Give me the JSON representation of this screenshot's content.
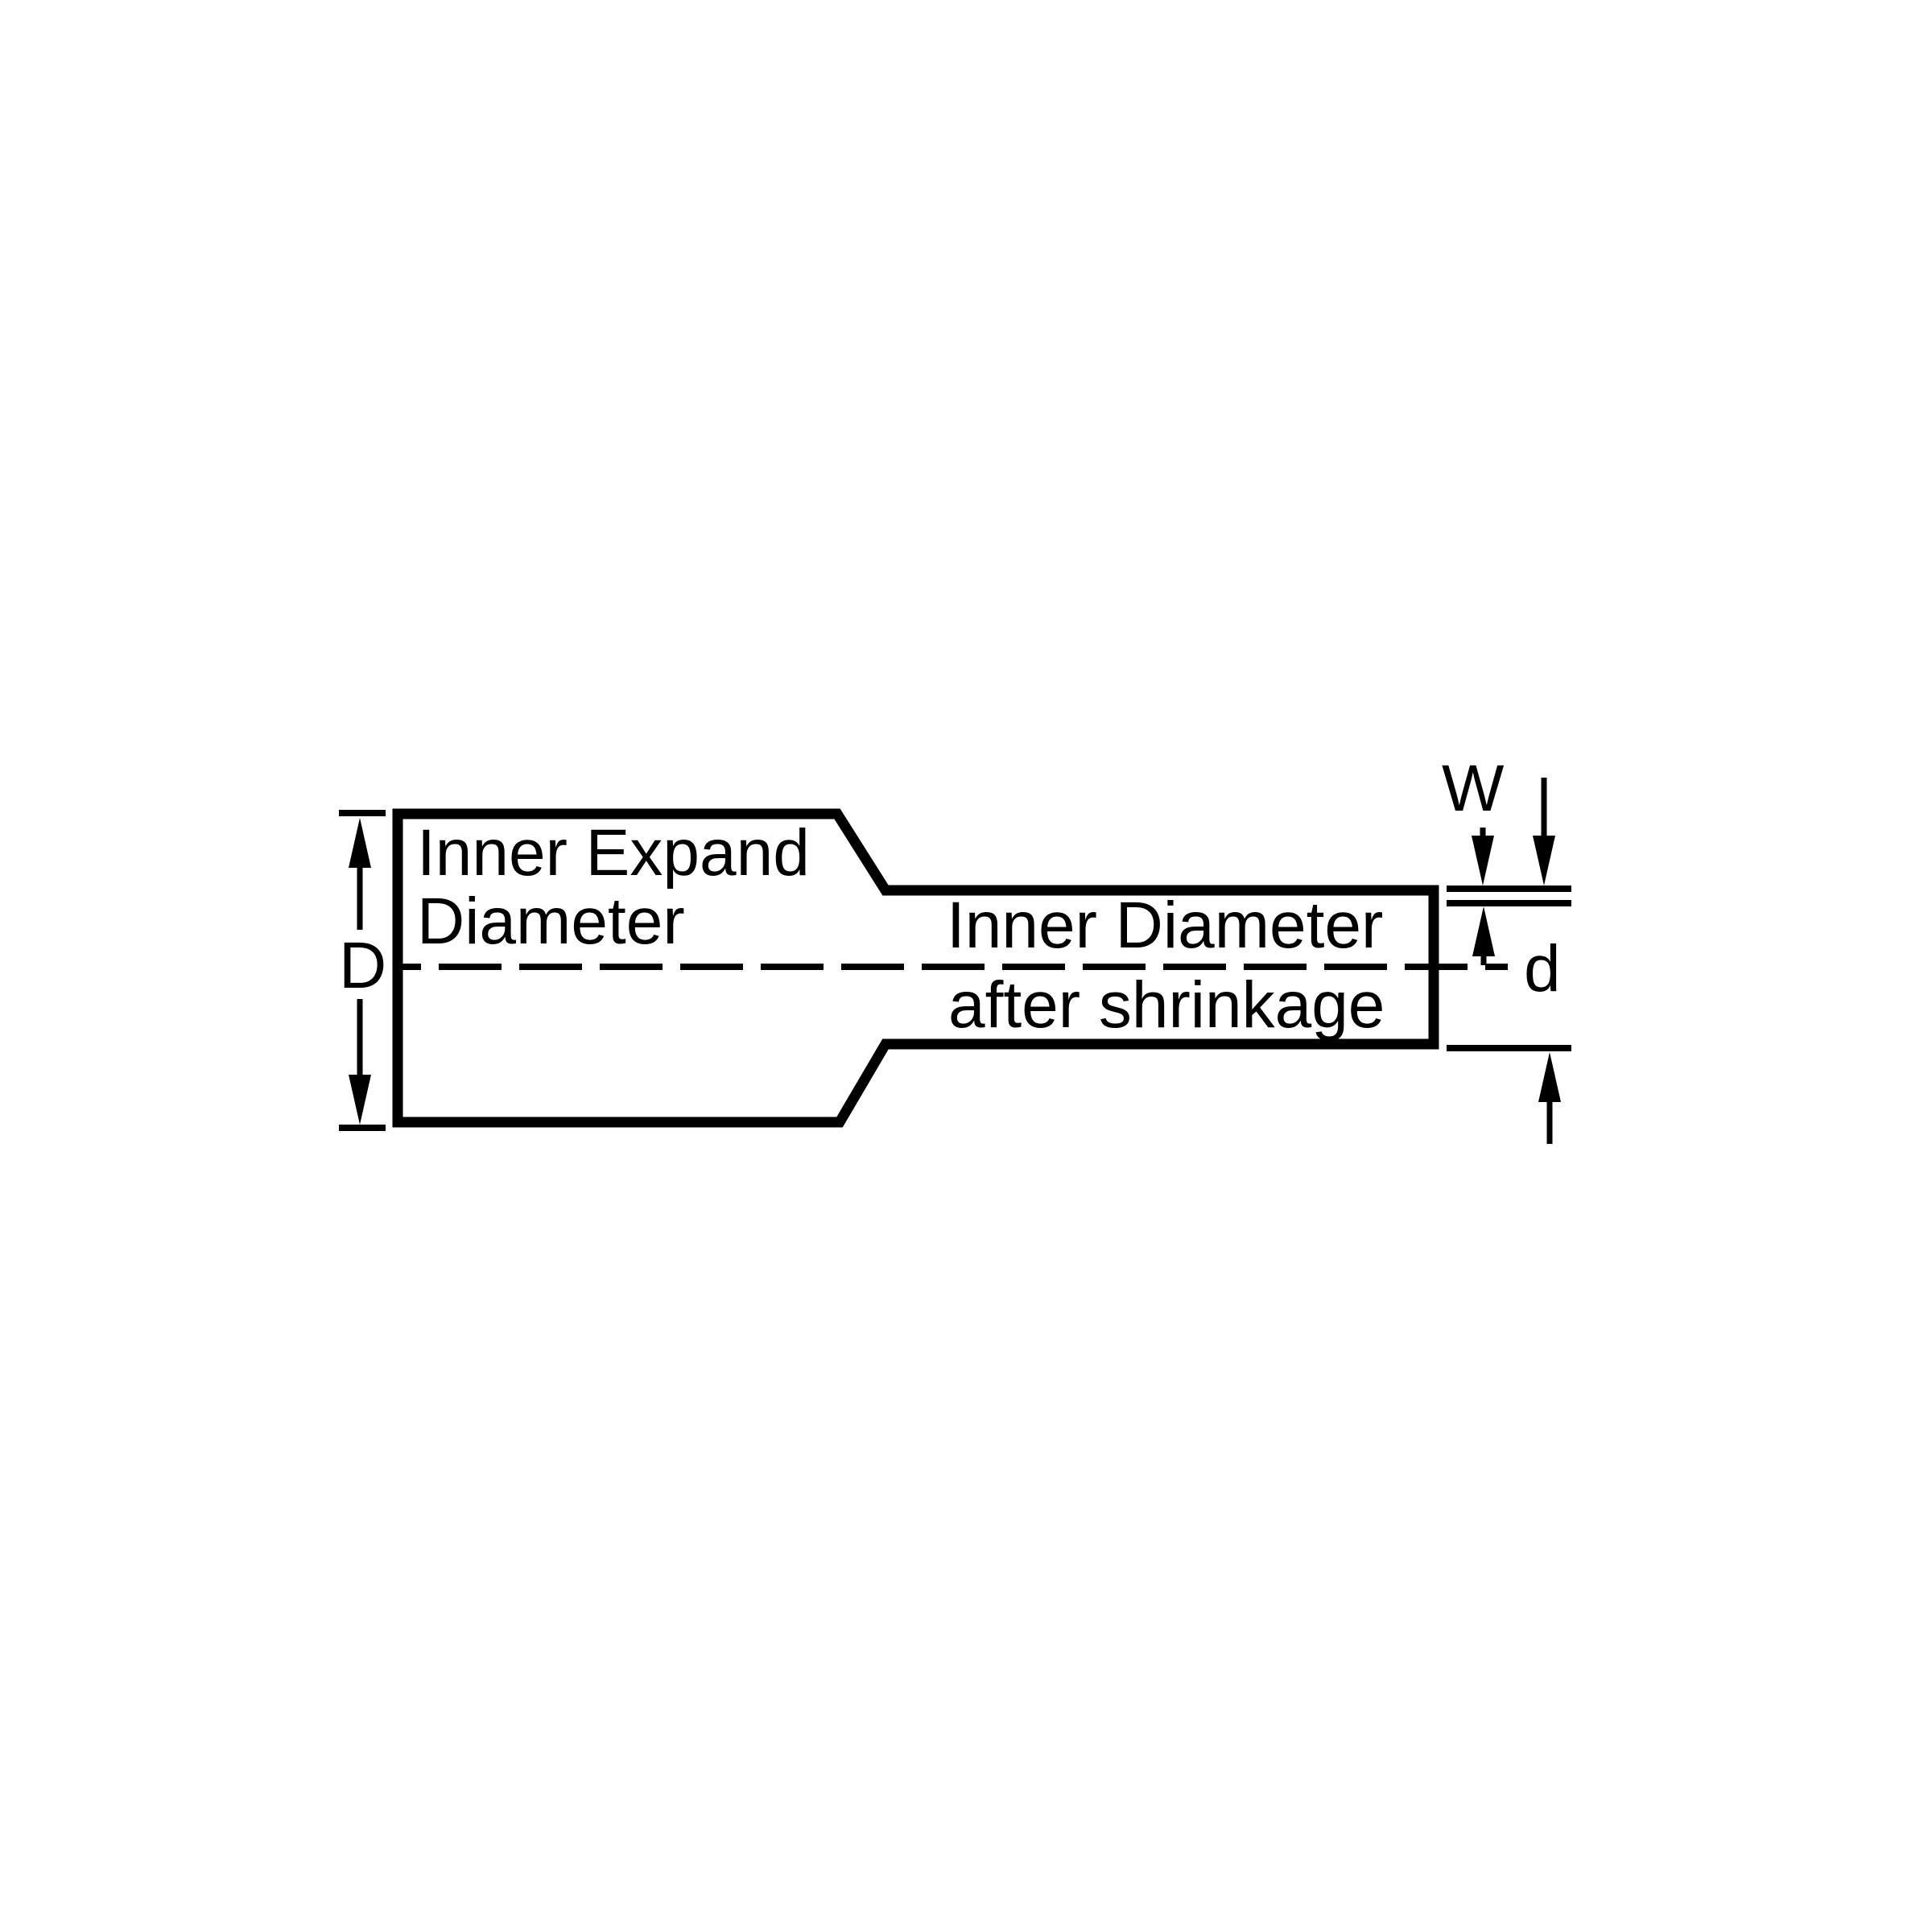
{
  "diagram": {
    "expanded_tube": {
      "label_line1": "Inner Expand",
      "label_line2": "Diameter"
    },
    "shrunk_tube": {
      "label_line1": "Inner Diameter",
      "label_line2": "after shrinkage"
    },
    "dimensions": {
      "expanded_inner_diameter": "D",
      "wall_thickness": "W",
      "shrunk_inner_diameter": "d"
    },
    "colors": {
      "line": "#000000",
      "background": "#ffffff"
    }
  }
}
